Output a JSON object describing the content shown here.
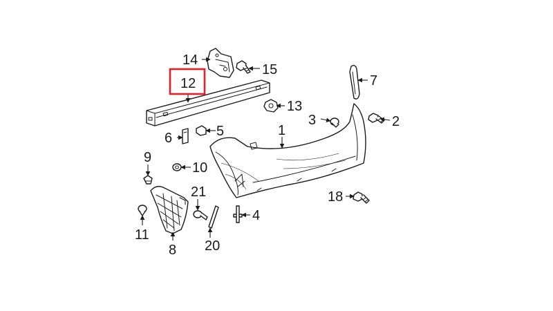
{
  "highlight_color": "#e0202a",
  "line_color": "#1a1a1a",
  "highlighted_callout": "12",
  "callouts": {
    "c1": "1",
    "c2": "2",
    "c3": "3",
    "c4": "4",
    "c5": "5",
    "c6": "6",
    "c7": "7",
    "c8": "8",
    "c9": "9",
    "c10": "10",
    "c11": "11",
    "c12": "12",
    "c13": "13",
    "c14": "14",
    "c15": "15",
    "c18": "18",
    "c20": "20",
    "c21": "21"
  }
}
